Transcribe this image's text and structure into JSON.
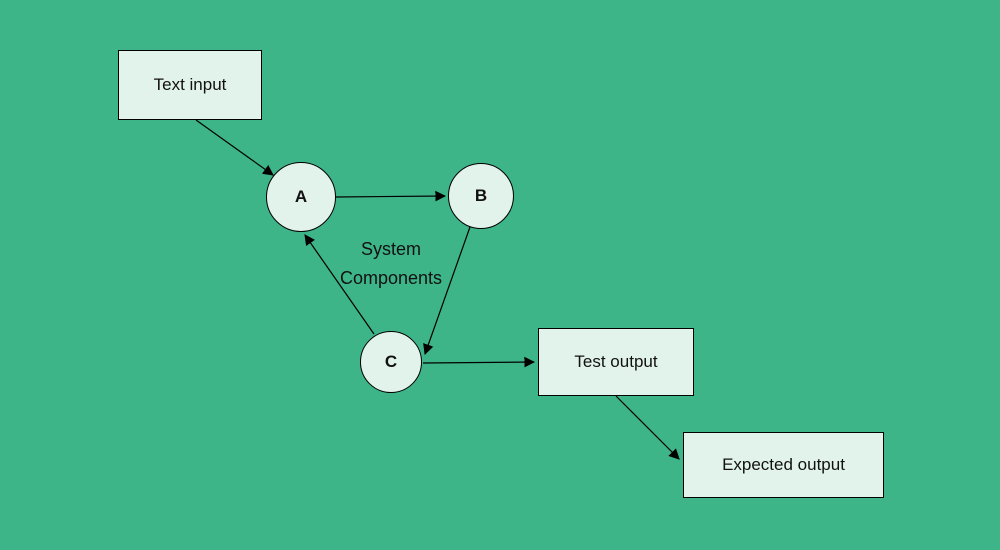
{
  "canvas": {
    "background_color": "#3eb489",
    "node_fill_color": "#e2f3eb",
    "node_border_color": "#000000"
  },
  "diagram": {
    "nodes": {
      "text_input": {
        "label": "Text input",
        "shape": "rectangle"
      },
      "a": {
        "label": "A",
        "shape": "circle"
      },
      "b": {
        "label": "B",
        "shape": "circle"
      },
      "c": {
        "label": "C",
        "shape": "circle"
      },
      "test_output": {
        "label": "Test output",
        "shape": "rectangle"
      },
      "expected_output": {
        "label": "Expected output",
        "shape": "rectangle"
      }
    },
    "annotation": {
      "line1": "System",
      "line2": "Components"
    },
    "edges": [
      {
        "from": "text_input",
        "to": "a"
      },
      {
        "from": "a",
        "to": "b"
      },
      {
        "from": "b",
        "to": "c"
      },
      {
        "from": "c",
        "to": "a"
      },
      {
        "from": "c",
        "to": "test_output"
      },
      {
        "from": "test_output",
        "to": "expected_output"
      }
    ]
  }
}
